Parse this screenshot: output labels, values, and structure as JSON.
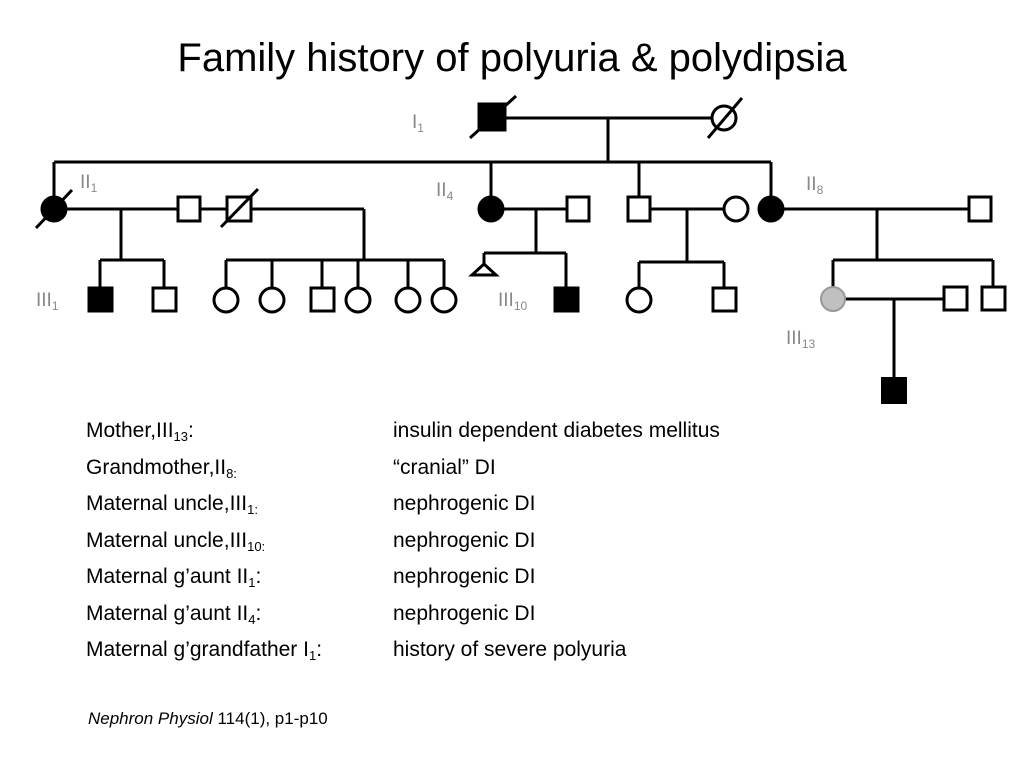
{
  "title": "Family history of polyuria & polydipsia",
  "generation_labels": {
    "I1": {
      "base": "I",
      "sub": "1"
    },
    "II1": {
      "base": "II",
      "sub": "1"
    },
    "II4": {
      "base": "II",
      "sub": "4"
    },
    "II8": {
      "base": "II",
      "sub": "8"
    },
    "III1": {
      "base": "III",
      "sub": "1"
    },
    "III10": {
      "base": "III",
      "sub": "10"
    },
    "III13": {
      "base": "III",
      "sub": "13"
    }
  },
  "legend": [
    {
      "who": "Mother,III",
      "sub": "13",
      "after": ":",
      "dx": "insulin dependent diabetes mellitus"
    },
    {
      "who": "Grandmother,II",
      "sub": "8:",
      "after": "",
      "dx": "“cranial” DI"
    },
    {
      "who": "Maternal uncle,III",
      "sub": "1:",
      "after": "",
      "dx": "nephrogenic DI"
    },
    {
      "who": "Maternal uncle,III",
      "sub": "10:",
      "after": "",
      "dx": "nephrogenic DI"
    },
    {
      "who": "Maternal g’aunt II",
      "sub": "1",
      "after": ":",
      "dx": "nephrogenic DI"
    },
    {
      "who": "Maternal g’aunt II",
      "sub": "4",
      "after": ":",
      "dx": "nephrogenic DI"
    },
    {
      "who": "Maternal g’grandfather I",
      "sub": "1",
      "after": ":",
      "dx": "history of severe polyuria"
    }
  ],
  "citation": {
    "journal": "Nephron Physiol",
    "rest": " 114(1), p1-p10"
  },
  "colors": {
    "affected": "#000000",
    "unaffected": "#ffffff",
    "carrier_grey": "#c0c0c0",
    "label_grey": "#888888"
  }
}
